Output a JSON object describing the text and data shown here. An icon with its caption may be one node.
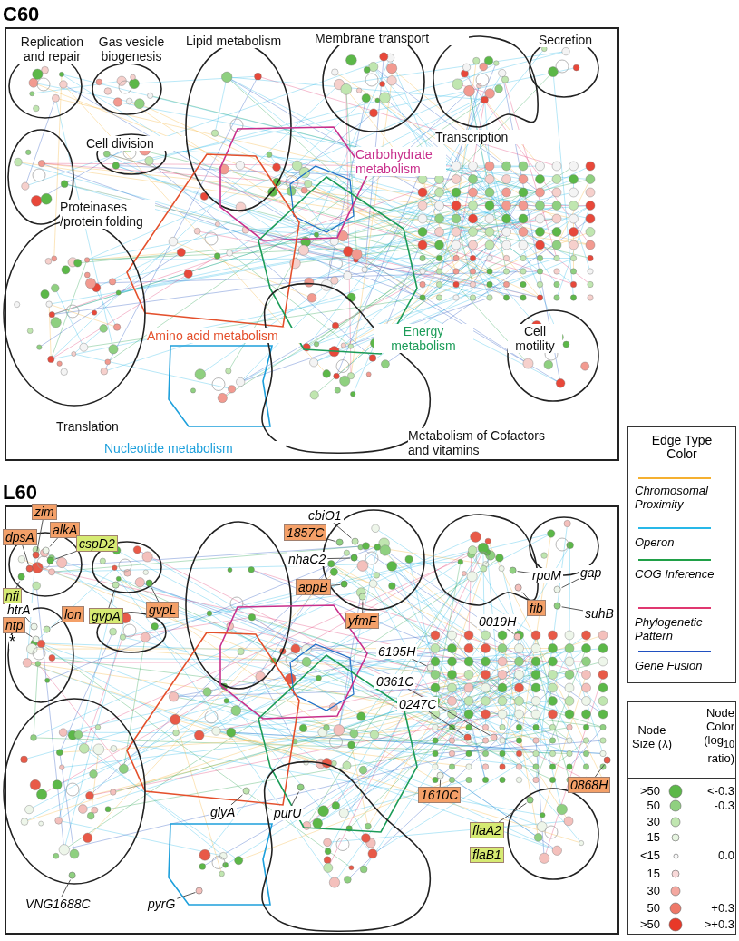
{
  "diagram": {
    "nodes": [
      {
        "text": [
          "C60"
        ]
      },
      {
        "text": [
          "Replication and repair"
        ],
        "in": 0
      },
      {
        "text": [
          "Gas vesicle biogenesis"
        ],
        "in": 0
      },
      {
        "text": [
          "Lipid metabolism"
        ],
        "in": 0
      },
      {
        "text": [
          "Membrane transport"
        ],
        "in": 0
      },
      {
        "text": [
          "Secretion"
        ],
        "in": 0
      },
      {
        "text": [
          "Transcription"
        ],
        "in": 0
      },
      {
        "text": [
          "Cell division"
        ],
        "in": 0
      },
      {
        "text": [
          "Carbohydrate metabolism"
        ],
        "in": 0
      },
      {
        "text": [
          "Proteinases /protein folding"
        ],
        "in": 0
      },
      {
        "text": [
          "Amino acid metabolism"
        ],
        "in": 0
      },
      {
        "text": [
          "Energy metabolism"
        ],
        "in": 0
      },
      {
        "text": [
          "Translation"
        ],
        "in": 0
      },
      {
        "text": [
          "Cell motility"
        ],
        "in": 0
      },
      {
        "text": [
          "Nucleotide metabolism"
        ],
        "in": 0
      },
      {
        "text": [
          "Metabolism of Cofactors and vitamins"
        ],
        "in": 0
      },
      {
        "text": [
          "L60"
        ]
      },
      {
        "text": [],
        "shape": "circle",
        "in": 16
      },
      {
        "text": [],
        "shape": "ellipse",
        "in": 16
      },
      {
        "text": [],
        "shape": "ellipse",
        "in": 16
      },
      {
        "text": [],
        "shape": "circle",
        "in": 16
      },
      {
        "text": [],
        "shape": "circle",
        "in": 16
      },
      {
        "text": [],
        "shape": "blob",
        "in": 16
      },
      {
        "text": [],
        "shape": "ellipse",
        "in": 16
      },
      {
        "text": [],
        "shape": "polygon",
        "in": 16
      },
      {
        "text": [],
        "shape": "ellipse",
        "in": 16
      },
      {
        "text": [],
        "shape": "polygon",
        "in": 16
      },
      {
        "text": [],
        "shape": "polygon",
        "in": 16
      },
      {
        "text": [],
        "shape": "circle",
        "in": 16
      },
      {
        "text": [],
        "shape": "circle",
        "in": 16
      },
      {
        "text": [],
        "shape": "polygon",
        "in": 16
      },
      {
        "text": [],
        "shape": "blob",
        "in": 16
      },
      {
        "text": [
          "dpsA"
        ],
        "in": 16
      },
      {
        "text": [
          "zim"
        ],
        "in": 16
      },
      {
        "text": [
          "alkA"
        ],
        "in": 16
      },
      {
        "text": [
          "cspD2"
        ],
        "in": 16
      },
      {
        "text": [
          "nfi"
        ],
        "in": 16
      },
      {
        "text": [
          "htrA"
        ],
        "in": 16
      },
      {
        "text": [
          "ntp"
        ],
        "in": 16
      },
      {
        "text": [
          "lon"
        ],
        "in": 16
      },
      {
        "text": [
          "gvpA"
        ],
        "in": 16
      },
      {
        "text": [
          "gvpL"
        ],
        "in": 16
      },
      {
        "text": [
          "cbiO1"
        ],
        "in": 16
      },
      {
        "text": [
          "1857C"
        ],
        "in": 16
      },
      {
        "text": [
          "nhaC2"
        ],
        "in": 16
      },
      {
        "text": [
          "appB"
        ],
        "in": 16
      },
      {
        "text": [
          "yfmF"
        ],
        "in": 16
      },
      {
        "text": [
          "rpoM"
        ],
        "in": 16
      },
      {
        "text": [
          "gap"
        ],
        "in": 16
      },
      {
        "text": [
          "fib"
        ],
        "in": 16
      },
      {
        "text": [
          "suhB"
        ],
        "in": 16
      },
      {
        "text": [
          "0019H"
        ],
        "in": 16
      },
      {
        "text": [
          "6195H"
        ],
        "in": 16
      },
      {
        "text": [
          "0361C"
        ],
        "in": 16
      },
      {
        "text": [
          "0247C"
        ],
        "in": 16
      },
      {
        "text": [
          "0868H"
        ],
        "in": 16
      },
      {
        "text": [
          "1610C"
        ],
        "in": 16
      },
      {
        "text": [
          "flaA2"
        ],
        "in": 16
      },
      {
        "text": [
          "flaB1"
        ],
        "in": 16
      },
      {
        "text": [
          "glyA"
        ],
        "in": 16
      },
      {
        "text": [
          "purU"
        ],
        "in": 31
      },
      {
        "text": [
          "pyrG"
        ],
        "in": 16
      },
      {
        "text": [
          "VNG1688C"
        ],
        "in": 16
      },
      {
        "text": [],
        "shape": "circle",
        "in": 17
      },
      {
        "text": [],
        "shape": "circle",
        "in": 17
      },
      {
        "text": [],
        "shape": "circle",
        "in": 17
      },
      {
        "text": [],
        "shape": "circle",
        "in": 17
      },
      {
        "text": [],
        "shape": "circle",
        "in": 17
      },
      {
        "text": [],
        "shape": "circle",
        "in": 25
      },
      {
        "text": [],
        "shape": "circle",
        "in": 25
      },
      {
        "text": [],
        "shape": "circle",
        "in": 25
      },
      {
        "text": [],
        "shape": "circle",
        "in": 18
      },
      {
        "text": [],
        "shape": "circle",
        "in": 18
      },
      {
        "text": [],
        "shape": "circle",
        "in": 20
      },
      {
        "text": [],
        "shape": "circle",
        "in": 20
      },
      {
        "text": [],
        "shape": "circle",
        "in": 20
      },
      {
        "text": [],
        "shape": "circle",
        "in": 20
      },
      {
        "text": [],
        "shape": "circle",
        "in": 20
      },
      {
        "text": [],
        "shape": "circle",
        "in": 22
      },
      {
        "text": [],
        "shape": "circle",
        "in": 16
      },
      {
        "text": [],
        "shape": "circle",
        "in": 22
      },
      {
        "text": [],
        "shape": "circle",
        "in": 16
      },
      {
        "text": [],
        "shape": "circle",
        "in": 16
      },
      {
        "text": [],
        "shape": "circle",
        "in": 16
      },
      {
        "text": [],
        "shape": "circle",
        "in": 16
      },
      {
        "text": [],
        "shape": "circle",
        "in": 16
      },
      {
        "text": [],
        "shape": "circle",
        "in": 16
      },
      {
        "text": [],
        "shape": "circle",
        "in": 16
      },
      {
        "text": [],
        "shape": "circle",
        "in": 29
      },
      {
        "text": [],
        "shape": "circle",
        "in": 26
      },
      {
        "text": [],
        "shape": "circle"
      },
      {
        "text": [],
        "shape": "circle",
        "in": 30
      },
      {
        "text": [],
        "shape": "circle",
        "in": 28
      }
    ],
    "edges": [
      {
        "from": 32,
        "to": 63,
        "arrow": "none"
      },
      {
        "from": 33,
        "to": 64,
        "arrow": "none"
      },
      {
        "from": 34,
        "to": 65,
        "arrow": "none"
      },
      {
        "from": 35,
        "to": 66,
        "arrow": "none"
      },
      {
        "from": 36,
        "to": 67,
        "arrow": "none"
      },
      {
        "from": 37,
        "to": 68,
        "arrow": "none"
      },
      {
        "from": 38,
        "to": 69,
        "arrow": "none"
      },
      {
        "from": 39,
        "to": 70,
        "arrow": "none"
      },
      {
        "from": 40,
        "to": 71,
        "arrow": "none"
      },
      {
        "from": 41,
        "to": 72,
        "arrow": "none"
      },
      {
        "from": 42,
        "to": 73,
        "arrow": "none"
      },
      {
        "from": 43,
        "to": 74,
        "arrow": "none"
      },
      {
        "from": 44,
        "to": 75,
        "arrow": "none"
      },
      {
        "from": 45,
        "to": 76,
        "arrow": "none"
      },
      {
        "from": 46,
        "to": 77,
        "arrow": "none"
      },
      {
        "from": 47,
        "to": 78,
        "arrow": "none"
      },
      {
        "from": 48,
        "to": 79,
        "arrow": "none"
      },
      {
        "from": 49,
        "to": 80,
        "arrow": "none"
      },
      {
        "from": 50,
        "to": 81,
        "arrow": "none"
      },
      {
        "from": 51,
        "to": 82,
        "arrow": "none"
      },
      {
        "from": 52,
        "to": 83,
        "arrow": "none"
      },
      {
        "from": 53,
        "to": 84,
        "arrow": "none"
      },
      {
        "from": 54,
        "to": 85,
        "arrow": "none"
      },
      {
        "from": 55,
        "to": 86,
        "arrow": "none"
      },
      {
        "from": 56,
        "to": 87,
        "arrow": "none"
      },
      {
        "from": 57,
        "to": 88,
        "arrow": "none"
      },
      {
        "from": 59,
        "to": 89,
        "arrow": "none"
      },
      {
        "from": 60,
        "to": 90,
        "arrow": "none"
      },
      {
        "from": 61,
        "to": 91,
        "arrow": "none"
      },
      {
        "from": 62,
        "to": 92,
        "arrow": "none"
      }
    ],
    "labels": [
      "Edge Type Color",
      "*",
      "Node Size (λ)",
      "Node Color (log$_{10}$ ratio)",
      ">50",
      "<-0.3",
      "50",
      "-0.3",
      "30",
      "15",
      "<15",
      "0.0",
      "15",
      "30",
      "50",
      "+0.3",
      ">50",
      ">+0.3"
    ],
    "legend": [
      {
        "text": "Chromosomal Proximity"
      },
      {
        "text": "Operon"
      },
      {
        "text": "COG Inference"
      },
      {
        "text": "Phylogenetic Pattern"
      },
      {
        "text": "Gene Fusion"
      }
    ]
  }
}
